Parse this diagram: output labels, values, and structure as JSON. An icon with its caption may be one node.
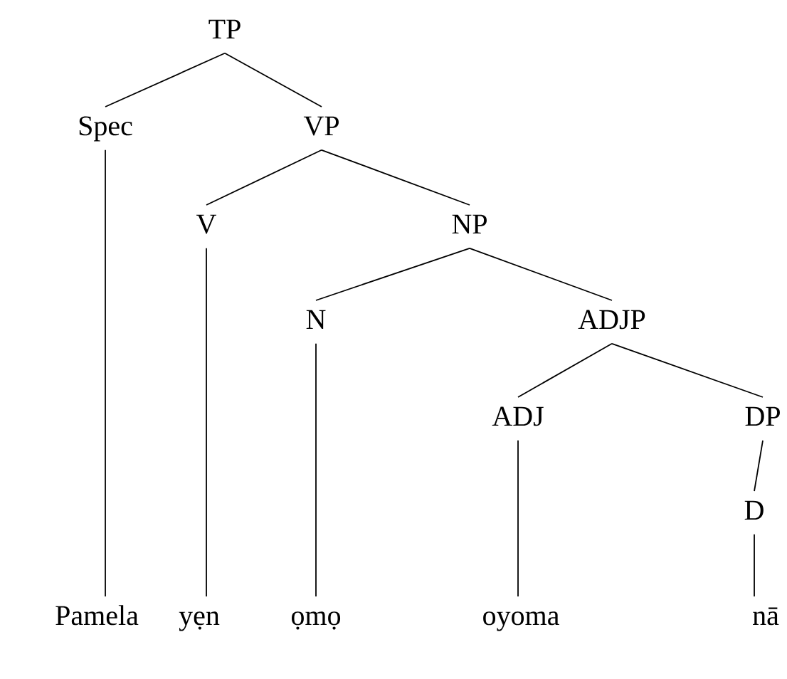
{
  "diagram": {
    "nodes": [
      {
        "text": [
          "TP"
        ]
      },
      {
        "text": [
          "Spec"
        ]
      },
      {
        "text": [
          "VP"
        ]
      },
      {
        "text": [
          "V"
        ]
      },
      {
        "text": [
          "NP"
        ]
      },
      {
        "text": [
          "N"
        ]
      },
      {
        "text": [
          "ADJP"
        ]
      },
      {
        "text": [
          "ADJ"
        ]
      },
      {
        "text": [
          "DP"
        ]
      },
      {
        "text": [
          "D"
        ]
      },
      {
        "text": [
          "Pamela"
        ]
      },
      {
        "text": [
          "yẹn"
        ]
      },
      {
        "text": [
          "ọmọ"
        ]
      },
      {
        "text": [
          "oyoma"
        ]
      },
      {
        "text": [
          "nā"
        ]
      }
    ],
    "edges": [
      {
        "from": 0,
        "to": 1,
        "arrow": "none"
      },
      {
        "from": 0,
        "to": 2,
        "arrow": "none"
      },
      {
        "from": 2,
        "to": 3,
        "arrow": "none"
      },
      {
        "from": 2,
        "to": 4,
        "arrow": "none"
      },
      {
        "from": 4,
        "to": 5,
        "arrow": "none"
      },
      {
        "from": 4,
        "to": 6,
        "arrow": "none"
      },
      {
        "from": 6,
        "to": 7,
        "arrow": "none"
      },
      {
        "from": 6,
        "to": 8,
        "arrow": "none"
      },
      {
        "from": 8,
        "to": 9,
        "arrow": "none"
      },
      {
        "from": 1,
        "to": 10,
        "arrow": "none"
      },
      {
        "from": 3,
        "to": 11,
        "arrow": "none"
      },
      {
        "from": 5,
        "to": 12,
        "arrow": "none"
      },
      {
        "from": 7,
        "to": 13,
        "arrow": "none"
      },
      {
        "from": 9,
        "to": 14,
        "arrow": "none"
      }
    ]
  }
}
